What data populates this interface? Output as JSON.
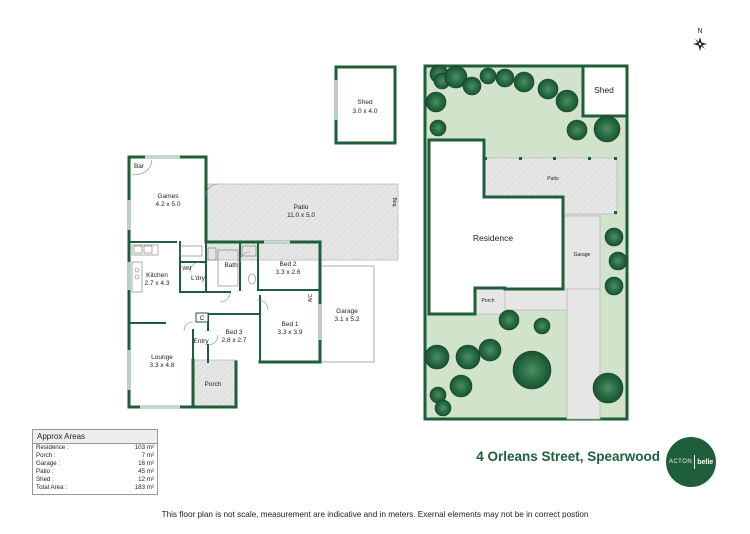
{
  "compass": {
    "label": "N"
  },
  "floor_plan": {
    "rooms": {
      "shed": {
        "name": "Shed",
        "dims": "3.0 x 4.0"
      },
      "bar": {
        "name": "Bar"
      },
      "games": {
        "name": "Games",
        "dims": "4.2 x 5.0"
      },
      "patio": {
        "name": "Patio",
        "dims": "11.0 x 5.0"
      },
      "bbq": {
        "name": "Bbq"
      },
      "kitchen": {
        "name": "Kitchen",
        "dims": "2.7 x 4.3"
      },
      "wm": {
        "name": "WM"
      },
      "ldry": {
        "name": "L'dry"
      },
      "bath": {
        "name": "Bath"
      },
      "bed2": {
        "name": "Bed 2",
        "dims": "3.3 x 2.6"
      },
      "garage": {
        "name": "Garage",
        "dims": "3.1 x 5.2"
      },
      "ac": {
        "name": "A/C"
      },
      "bed1": {
        "name": "Bed 1",
        "dims": "3.3 x 3.9"
      },
      "bed3": {
        "name": "Bed 3",
        "dims": "2.8 x 2.7"
      },
      "c": {
        "name": "C"
      },
      "entry": {
        "name": "Entry"
      },
      "lounge": {
        "name": "Lounge",
        "dims": "3.3 x 4.8"
      },
      "porch": {
        "name": "Porch"
      }
    }
  },
  "site_plan": {
    "shed": "Shed",
    "patio": "Patio",
    "residence": "Residence",
    "garage": "Garage",
    "porch": "Porch"
  },
  "areas_table": {
    "title": "Approx Areas",
    "rows": [
      {
        "label": "Residence :",
        "value": "103 m²"
      },
      {
        "label": "Porch :",
        "value": "7 m²"
      },
      {
        "label": "Garage :",
        "value": "16 m²"
      },
      {
        "label": "Patio :",
        "value": "45 m²"
      },
      {
        "label": "Shed :",
        "value": "12 m²"
      },
      {
        "label": "Total Area :",
        "value": "183 m²"
      }
    ]
  },
  "address": "4 Orleans Street, Spearwood",
  "logo": {
    "left": "ACTON",
    "right": "belle"
  },
  "disclaimer": "This floor plan is not scale, measurement are indicative and in meters. Exernal elements may not be in correct postion",
  "colors": {
    "wall": "#1e5e3a",
    "grass": "#d2e3cc",
    "tree": "#1e5e3a",
    "paving": "#e6e6e6"
  }
}
